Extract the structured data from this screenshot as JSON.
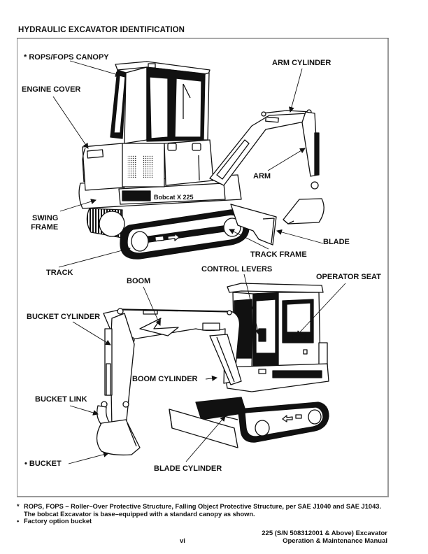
{
  "page": {
    "title": "HYDRAULIC EXCAVATOR IDENTIFICATION",
    "page_number": "vi",
    "footer_line1": "225 (S/N 508312001 & Above) Excavator",
    "footer_line2": "Operation & Maintenance Manual"
  },
  "figure": {
    "labels": {
      "rops_fops_canopy": "* ROPS/FOPS CANOPY",
      "engine_cover": "ENGINE COVER",
      "arm_cylinder": "ARM CYLINDER",
      "arm": "ARM",
      "swing_frame_line1": "SWING",
      "swing_frame_line2": "FRAME",
      "blade": "BLADE",
      "track_frame": "TRACK FRAME",
      "track": "TRACK",
      "control_levers": "CONTROL LEVERS",
      "operator_seat": "OPERATOR SEAT",
      "boom": "BOOM",
      "bucket_cylinder": "BUCKET CYLINDER",
      "boom_cylinder": "BOOM CYLINDER",
      "bucket_link": "BUCKET LINK",
      "bucket": "• BUCKET",
      "blade_cylinder": "BLADE CYLINDER"
    },
    "machine_decal": "Bobcat X 225"
  },
  "notes": [
    {
      "mark": "*",
      "text": "ROPS, FOPS – Roller–Over Protective Structure, Falling Object Protective Structure, per SAE J1040 and SAE J1043. The bobcat Excavator is base–equipped with a standard canopy as shown."
    },
    {
      "mark": "•",
      "text": "Factory option bucket"
    }
  ]
}
